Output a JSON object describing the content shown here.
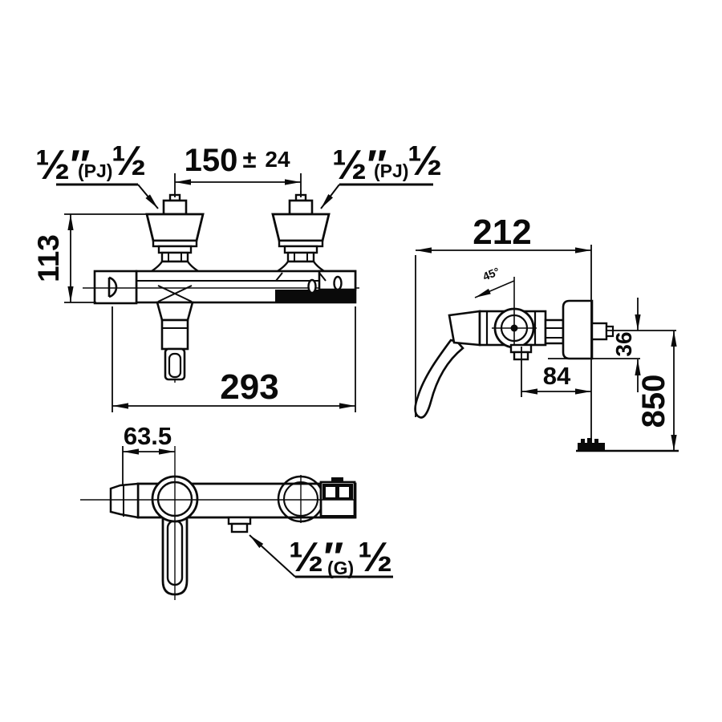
{
  "page": {
    "background": "#ffffff",
    "ink": "#0a0a0a"
  },
  "views": {
    "front": {
      "thread_label_left": {
        "size": "½″",
        "type": "(PJ)",
        "size2": "½"
      },
      "thread_label_right": {
        "size": "½″",
        "type": "(PJ)",
        "size2": "½"
      },
      "dim_inlet_spacing": {
        "value": "150",
        "tol_sign": "±",
        "tol_value": "24"
      },
      "dim_height": "113",
      "dim_width": "293"
    },
    "side": {
      "dim_depth": "212",
      "dim_outlet_offset": "84",
      "dim_drop": "36",
      "dim_install_height": "850",
      "handle_angle": "45°"
    },
    "bottom": {
      "dim_handle_offset": "63.5",
      "outlet_label": {
        "size": "½″",
        "type": "(G)",
        "size2": "½"
      }
    }
  }
}
